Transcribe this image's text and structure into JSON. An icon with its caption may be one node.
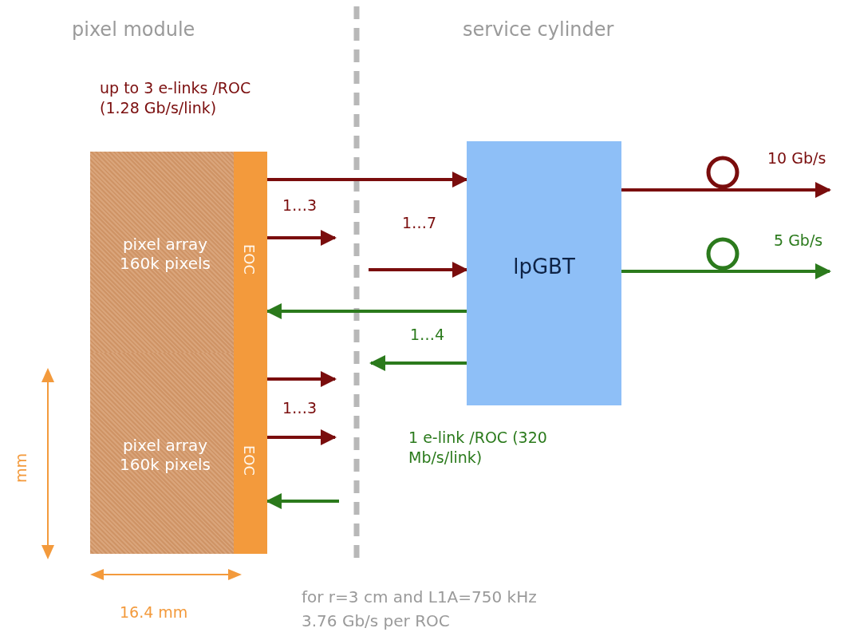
{
  "diagram": {
    "nodes": [
      {
        "text": [
          "pixel array 160k pixels"
        ]
      },
      {
        "text": [
          "EOC"
        ]
      },
      {
        "text": [
          "pixel array 160k pixels"
        ]
      },
      {
        "text": [
          "EOC"
        ]
      },
      {
        "text": [
          "lpGBT"
        ]
      }
    ],
    "edges": [
      {
        "from": 1,
        "to": 4,
        "arrow": "to"
      },
      {
        "from": 1,
        "to": null,
        "arrow": "to",
        "label": "1…3"
      },
      {
        "from": null,
        "to": 4,
        "arrow": "to",
        "label": "1…7"
      },
      {
        "from": 4,
        "to": 1,
        "arrow": "to",
        "color": "#2b7a1c"
      },
      {
        "from": 4,
        "to": null,
        "arrow": "to",
        "label": "1…4",
        "color": "#2b7a1c"
      },
      {
        "from": 3,
        "to": null,
        "arrow": "to"
      },
      {
        "from": 3,
        "to": null,
        "arrow": "to",
        "label": "1…3"
      },
      {
        "from": null,
        "to": 3,
        "arrow": "to",
        "color": "#2b7a1c"
      },
      {
        "from": 4,
        "to": null,
        "arrow": "to",
        "label": "10 Gb/s"
      },
      {
        "from": 4,
        "to": null,
        "arrow": "to",
        "label": "5 Gb/s",
        "color": "#2b7a1c"
      }
    ],
    "labels": [
      "pixel module",
      "service cylinder",
      "up to 3 e-links /ROC (1.28 Gb/s/link)",
      "1 e-link /ROC (320 Mb/s/link)",
      "mm",
      "16.4 mm",
      "for r=3 cm and L1A=750 kHz",
      "3.76 Gb/s per ROC"
    ]
  }
}
